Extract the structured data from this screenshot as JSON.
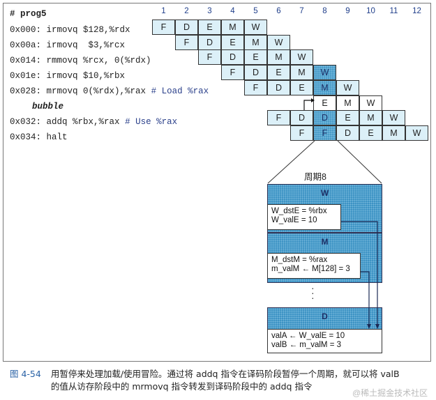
{
  "program": {
    "title": "# prog5",
    "lines": [
      {
        "addr": "0x000:",
        "instr": "irmovq $128,%rdx",
        "comment": ""
      },
      {
        "addr": "0x00a:",
        "instr": "irmovq  $3,%rcx",
        "comment": ""
      },
      {
        "addr": "0x014:",
        "instr": "rmmovq %rcx, 0(%rdx)",
        "comment": ""
      },
      {
        "addr": "0x01e:",
        "instr": "irmovq $10,%rbx",
        "comment": ""
      },
      {
        "addr": "0x028:",
        "instr": "mrmovq 0(%rdx),%rax",
        "comment": "# Load %rax"
      },
      {
        "addr": "",
        "instr": "bubble",
        "comment": ""
      },
      {
        "addr": "0x032:",
        "instr": "addq %rbx,%rax",
        "comment": "# Use %rax"
      },
      {
        "addr": "0x034:",
        "instr": "halt",
        "comment": ""
      }
    ]
  },
  "pipeline": {
    "cycles": [
      "1",
      "2",
      "3",
      "4",
      "5",
      "6",
      "7",
      "8",
      "9",
      "10",
      "11",
      "12"
    ],
    "highlight_cycle": 8,
    "rows": [
      {
        "start": 1,
        "stages": [
          "F",
          "D",
          "E",
          "M",
          "W"
        ]
      },
      {
        "start": 2,
        "stages": [
          "F",
          "D",
          "E",
          "M",
          "W"
        ]
      },
      {
        "start": 3,
        "stages": [
          "F",
          "D",
          "E",
          "M",
          "W"
        ]
      },
      {
        "start": 4,
        "stages": [
          "F",
          "D",
          "E",
          "M",
          "W"
        ]
      },
      {
        "start": 5,
        "stages": [
          "F",
          "D",
          "E",
          "M",
          "W"
        ]
      },
      {
        "start": 8,
        "stages": [
          "E",
          "M",
          "W"
        ],
        "bubble": true
      },
      {
        "start": 6,
        "stages": [
          "F",
          "D",
          "D",
          "E",
          "M",
          "W"
        ]
      },
      {
        "start": 7,
        "stages": [
          "F",
          "F",
          "D",
          "E",
          "M",
          "W"
        ]
      }
    ]
  },
  "cycle_detail": {
    "label": "周期8",
    "W": {
      "header": "W",
      "line1": "W_dstE = %rbx",
      "line2": "W_valE = 10"
    },
    "M": {
      "header": "M",
      "line1": "M_dstM = %rax",
      "line2": "m_valM ← M[128] = 3"
    },
    "D": {
      "header": "D",
      "line1": "valA ← W_valE = 10",
      "line2": "valB ← m_valM = 3"
    }
  },
  "caption": {
    "fig": "图 4-54",
    "text1": "用暂停来处理加载/使用冒险。通过将 addq 指令在译码阶段暂停一个周期，就可以将 valB",
    "text2": "的值从访存阶段中的 mrmovq 指令转发到译码阶段中的 addq 指令"
  },
  "watermark": "@稀土掘金技术社区",
  "colors": {
    "light_cell": "#dcf0f8",
    "dark_cell": "#4a9cc8",
    "accent_blue": "#2a62a6"
  }
}
